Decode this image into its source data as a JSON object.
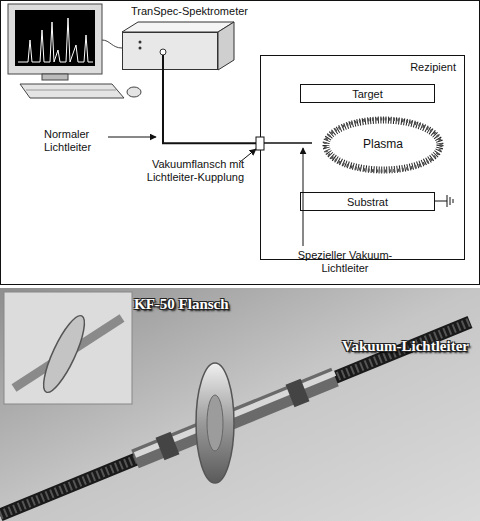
{
  "diagram": {
    "nodes": [
      {
        "text": [
          "TranSpec-Spektrometer"
        ]
      },
      {
        "text": [
          "Rezipient"
        ]
      },
      {
        "text": [
          "Target"
        ],
        "in": 1
      },
      {
        "text": [
          "Plasma"
        ],
        "in": 1
      },
      {
        "text": [
          "Substrat"
        ],
        "in": 1
      }
    ],
    "edges": [
      {
        "from": 0,
        "to": 1,
        "arrow": "none"
      }
    ],
    "labels": [
      "Normaler Lichtleiter",
      "Vakuumflansch mit Lichtleiter-Kupplung",
      "Spezieller Vakuum-Lichtleiter",
      "KF-50 Flansch",
      "Vakuum-Lichtleiter"
    ]
  }
}
